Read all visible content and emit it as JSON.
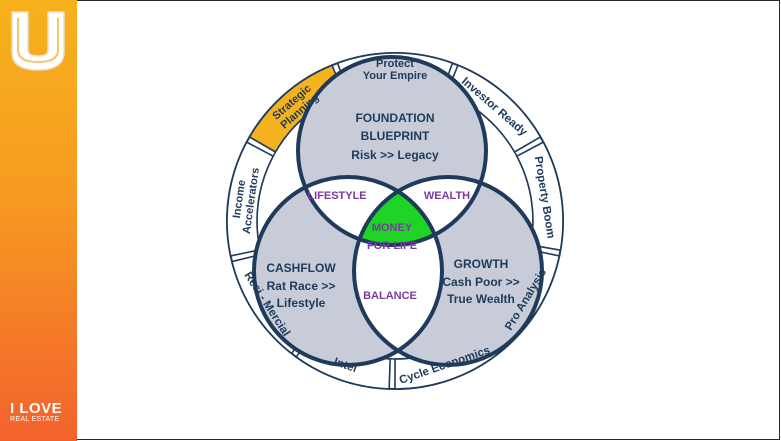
{
  "brand": {
    "name": "I LOVE",
    "sub": "REAL ESTATE"
  },
  "colors": {
    "navy": "#1f3a5a",
    "circle_fill": "#c7ccd8",
    "center_green": "#1ed424",
    "gold": "#f5b21f",
    "purple": "#7a3aa3",
    "sidebar_top": "#f6b21c",
    "sidebar_bottom": "#f2622d"
  },
  "circles": {
    "top": {
      "lines": [
        "FOUNDATION",
        "BLUEPRINT",
        "Risk >> Legacy"
      ]
    },
    "left": {
      "lines": [
        "CASHFLOW",
        "Rat Race >>",
        "Lifestyle"
      ]
    },
    "right": {
      "lines": [
        "GROWTH",
        "Cash Poor >>",
        "True Wealth"
      ]
    }
  },
  "overlaps": {
    "lifestyle": "LIFESTYLE",
    "wealth": "WEALTH",
    "balance": "BALANCE",
    "center": [
      "MONEY",
      "FOR LIFE"
    ]
  },
  "ring": [
    {
      "id": "protect",
      "lines": [
        "Protect",
        "Your Empire"
      ],
      "highlight": false
    },
    {
      "id": "investor",
      "lines": [
        "Investor Ready"
      ],
      "highlight": false
    },
    {
      "id": "property",
      "lines": [
        "Property Boom"
      ],
      "highlight": false
    },
    {
      "id": "pro",
      "lines": [
        "Pro Analysis"
      ],
      "highlight": false
    },
    {
      "id": "cycle",
      "lines": [
        "Cycle Economics"
      ],
      "highlight": false
    },
    {
      "id": "intel",
      "lines": [
        "Intel"
      ],
      "highlight": false
    },
    {
      "id": "resi",
      "lines": [
        "Resi - Mercial"
      ],
      "highlight": false
    },
    {
      "id": "income",
      "lines": [
        "Income",
        "Accelerators"
      ],
      "highlight": false
    },
    {
      "id": "strategic",
      "lines": [
        "Strategic",
        "Planning"
      ],
      "highlight": true
    }
  ]
}
